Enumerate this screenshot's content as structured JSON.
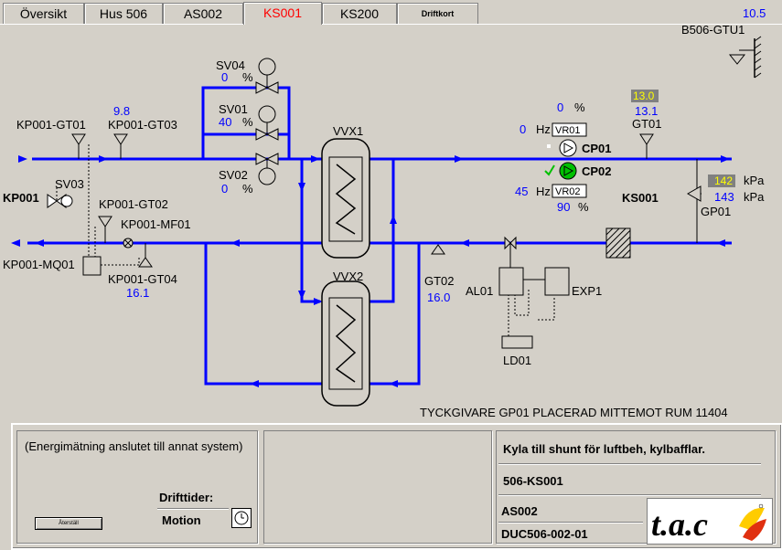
{
  "tabs": [
    "Översikt",
    "Hus 506",
    "AS002",
    "KS001",
    "KS200",
    "Driftkort"
  ],
  "active_tab": "KS001",
  "colors": {
    "pipe": "#0000ff",
    "value": "#0000ff",
    "alarm_tab": "#ff0000",
    "pump_on": "#00c000",
    "value_box": "#808080",
    "value_box_text": "#ffff00"
  },
  "outdoor": {
    "value": "10.5",
    "label": "B506-GTU1"
  },
  "sensors": {
    "kp_gt01": "KP001-GT01",
    "kp_gt03": {
      "label": "KP001-GT03",
      "value": "9.8"
    },
    "kp_gt02": "KP001-GT02",
    "kp_mf01": "KP001-MF01",
    "kp_mq01": "KP001-MQ01",
    "kp_gt04": {
      "label": "KP001-GT04",
      "value": "16.1"
    },
    "gt01": {
      "label": "GT01",
      "setpoint": "13.0",
      "value": "13.1"
    },
    "gt02": {
      "label": "GT02",
      "value": "16.0"
    },
    "gp01": {
      "label": "GP01",
      "setpoint": "142",
      "value": "143",
      "unit": "kPa"
    }
  },
  "valves": {
    "sv04": {
      "label": "SV04",
      "value": "0",
      "unit": "%"
    },
    "sv01": {
      "label": "SV01",
      "value": "40",
      "unit": "%"
    },
    "sv02": {
      "label": "SV02",
      "value": "0",
      "unit": "%"
    },
    "sv03": "SV03"
  },
  "exchangers": {
    "vvx1": "VVX1",
    "vvx2": "VVX2"
  },
  "pumps": {
    "speed_pct": "0",
    "speed_unit": "%",
    "cp01": {
      "label": "CP01",
      "hz": "0",
      "hz_unit": "Hz",
      "vr": "VR01"
    },
    "cp02": {
      "label": "CP02",
      "hz": "45",
      "hz_unit": "Hz",
      "vr": "VR02",
      "pct": "90",
      "pct_unit": "%"
    }
  },
  "system": {
    "kp001": "KP001",
    "ks001": "KS001",
    "al01": "AL01",
    "exp1": "EXP1",
    "ld01": "LD01"
  },
  "note": "TYCKGIVARE GP01 PLACERAD MITTEMOT RUM 11404",
  "footer": {
    "energy_note": "(Energimätning anslutet till annat system)",
    "reset_button": "Återställ",
    "runtime_label": "Drifttider:",
    "motion_label": "Motion",
    "description": "Kyla till shunt för luftbeh, kylbafflar.",
    "system_id": "506-KS001",
    "controller": "AS002",
    "duc": "DUC506-002-01",
    "logo_text": "t.a.c"
  }
}
